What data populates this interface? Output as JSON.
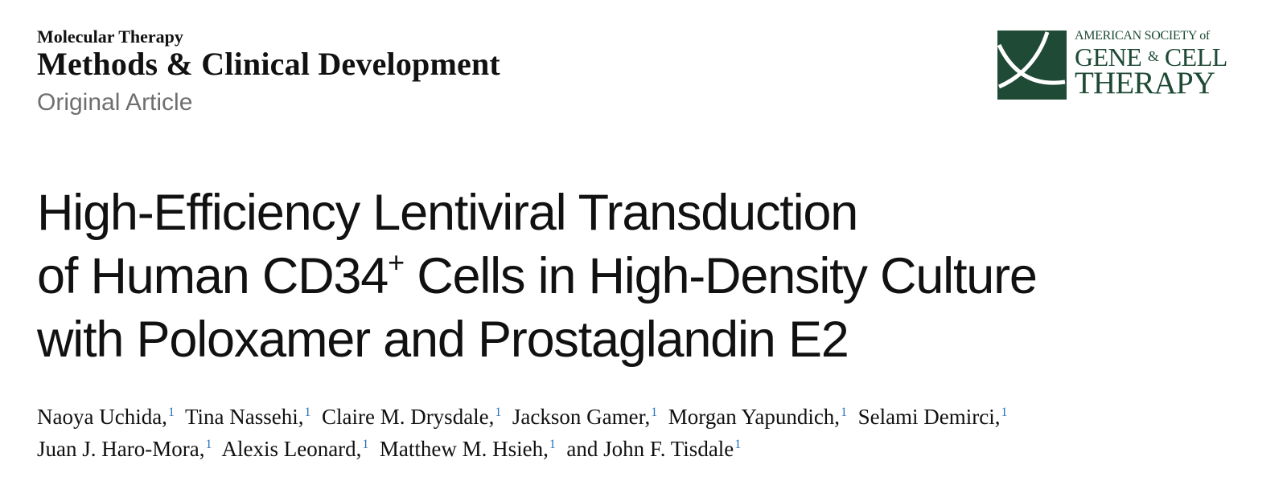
{
  "journal": {
    "series": "Molecular Therapy",
    "name": "Methods & Clinical Development",
    "article_type": "Original Article"
  },
  "society_logo": {
    "line1": "AMERICAN SOCIETY of",
    "line2_a": "GENE",
    "line2_amp": "&",
    "line2_b": "CELL",
    "line3": "THERAPY",
    "brand_color": "#1f4a36"
  },
  "title": {
    "line1": "High-Efficiency Lentiviral Transduction",
    "line2_pre": "of Human CD34",
    "line2_sup": "+",
    "line2_post": " Cells in High-Density Culture",
    "line3": "with Poloxamer and Prostaglandin E2"
  },
  "authors": [
    {
      "name": "Naoya Uchida,",
      "aff": "1"
    },
    {
      "name": "Tina Nassehi,",
      "aff": "1"
    },
    {
      "name": "Claire M. Drysdale,",
      "aff": "1"
    },
    {
      "name": "Jackson Gamer,",
      "aff": "1"
    },
    {
      "name": "Morgan Yapundich,",
      "aff": "1"
    },
    {
      "name": "Selami Demirci,",
      "aff": "1"
    },
    {
      "name": "Juan J. Haro-Mora,",
      "aff": "1"
    },
    {
      "name": "Alexis Leonard,",
      "aff": "1"
    },
    {
      "name": "Matthew M. Hsieh,",
      "aff": "1"
    },
    {
      "name": "and John F. Tisdale",
      "aff": "1"
    }
  ],
  "colors": {
    "affiliation_link": "#2a73b8",
    "article_type": "#6f6f6f"
  }
}
